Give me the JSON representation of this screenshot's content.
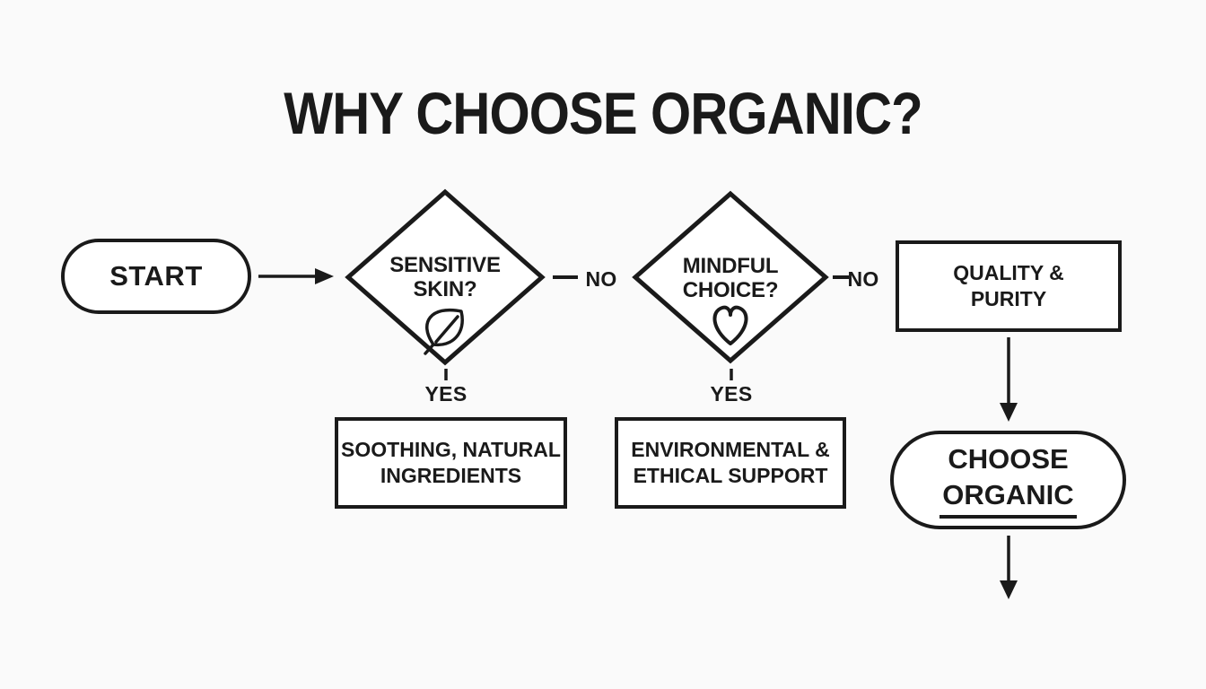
{
  "title": "WHY CHOOSE ORGANIC?",
  "colors": {
    "ink": "#1a1a1a",
    "bg": "#fafafa",
    "node_fill": "#ffffff"
  },
  "flowchart": {
    "start": {
      "label": "START"
    },
    "decision_sensitive": {
      "line1": "SENSITIVE",
      "line2": "SKIN?",
      "icon": "leaf-icon"
    },
    "decision_mindful": {
      "line1": "MINDFUL",
      "line2": "CHOICE?",
      "icon": "heart-icon"
    },
    "labels": {
      "no1": "NO",
      "no2": "NO",
      "yes1": "YES",
      "yes2": "YES"
    },
    "box_quality": {
      "line1": "QUALITY &",
      "line2": "PURITY"
    },
    "box_soothing": {
      "line1": "SOOTHING, NATURAL",
      "line2": "INGREDIENTS"
    },
    "box_environmental": {
      "line1": "ENVIRONMENTAL &",
      "line2": "ETHICAL SUPPORT"
    },
    "end": {
      "line1": "CHOOSE",
      "line2": "ORGANIC"
    }
  }
}
